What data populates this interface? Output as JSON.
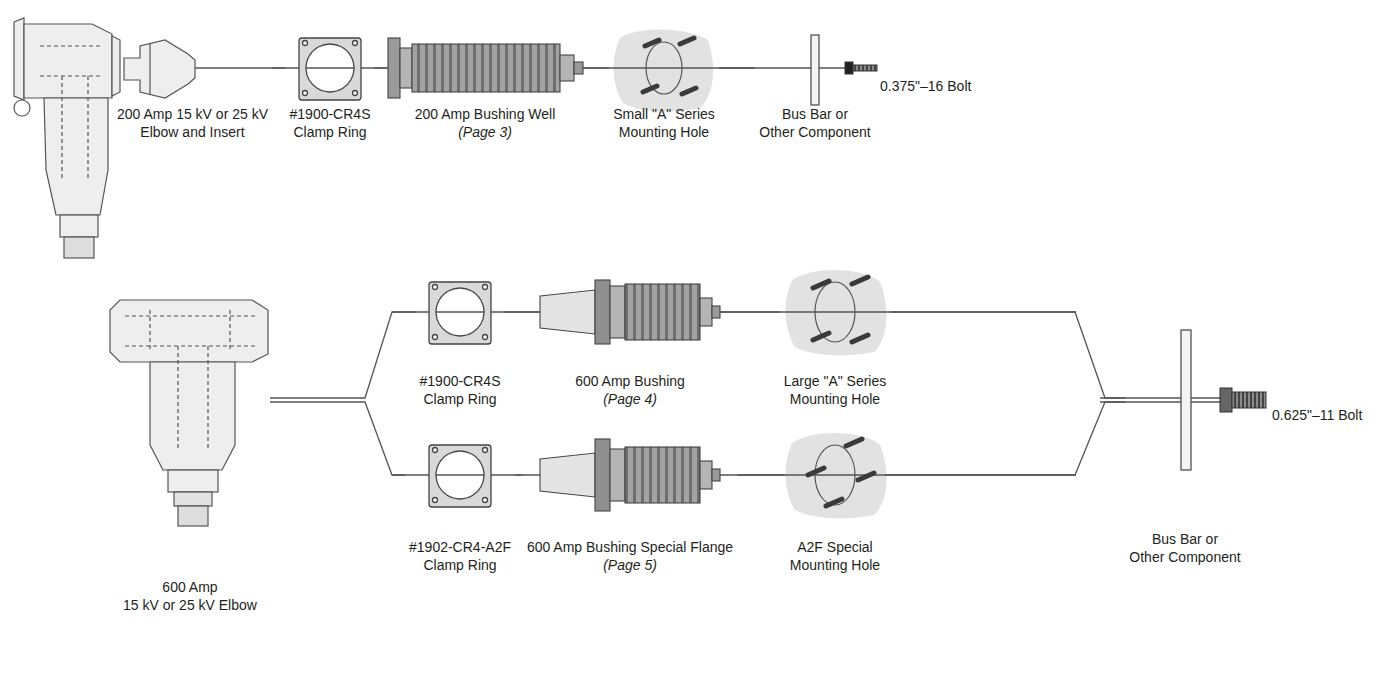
{
  "diagram": {
    "nodes": [
      {
        "text": [
          "200 Amp 15 kV or 25 kV Elbow and Insert"
        ]
      },
      {
        "text": [
          "#1900-CR4S Clamp Ring"
        ]
      },
      {
        "text": [
          "200 Amp Bushing Well",
          "(Page 3)"
        ]
      },
      {
        "text": [
          "Small \"A\" Series Mounting Hole"
        ]
      },
      {
        "text": [
          "Bus Bar or Other Component"
        ]
      },
      {
        "text": [
          "600 Amp 15 kV or 25 kV Elbow"
        ]
      },
      {
        "text": [
          "#1900-CR4S Clamp Ring"
        ]
      },
      {
        "text": [
          "600 Amp Bushing",
          "(Page 4)"
        ]
      },
      {
        "text": [
          "Large \"A\" Series Mounting Hole"
        ]
      },
      {
        "text": [
          "#1902-CR4-A2F Clamp Ring"
        ]
      },
      {
        "text": [
          "600 Amp Bushing Special Flange",
          "(Page 5)"
        ]
      },
      {
        "text": [
          "A2F Special Mounting Hole"
        ]
      },
      {
        "text": [
          "Bus Bar or Other Component"
        ]
      }
    ],
    "edges": [
      {
        "from": 0,
        "to": 1,
        "arrow": "none"
      },
      {
        "from": 1,
        "to": 2,
        "arrow": "none"
      },
      {
        "from": 2,
        "to": 3,
        "arrow": "none"
      },
      {
        "from": 3,
        "to": 4,
        "arrow": "none"
      },
      {
        "from": 5,
        "to": 6,
        "arrow": "none"
      },
      {
        "from": 6,
        "to": 7,
        "arrow": "none"
      },
      {
        "from": 7,
        "to": 8,
        "arrow": "none"
      },
      {
        "from": 8,
        "to": 12,
        "arrow": "none"
      },
      {
        "from": 5,
        "to": 9,
        "arrow": "none"
      },
      {
        "from": 9,
        "to": 10,
        "arrow": "none"
      },
      {
        "from": 10,
        "to": 11,
        "arrow": "none"
      },
      {
        "from": 11,
        "to": 12,
        "arrow": "none"
      }
    ],
    "labels": [
      "0.375\"–16 Bolt",
      "0.625\"–11 Bolt"
    ]
  }
}
